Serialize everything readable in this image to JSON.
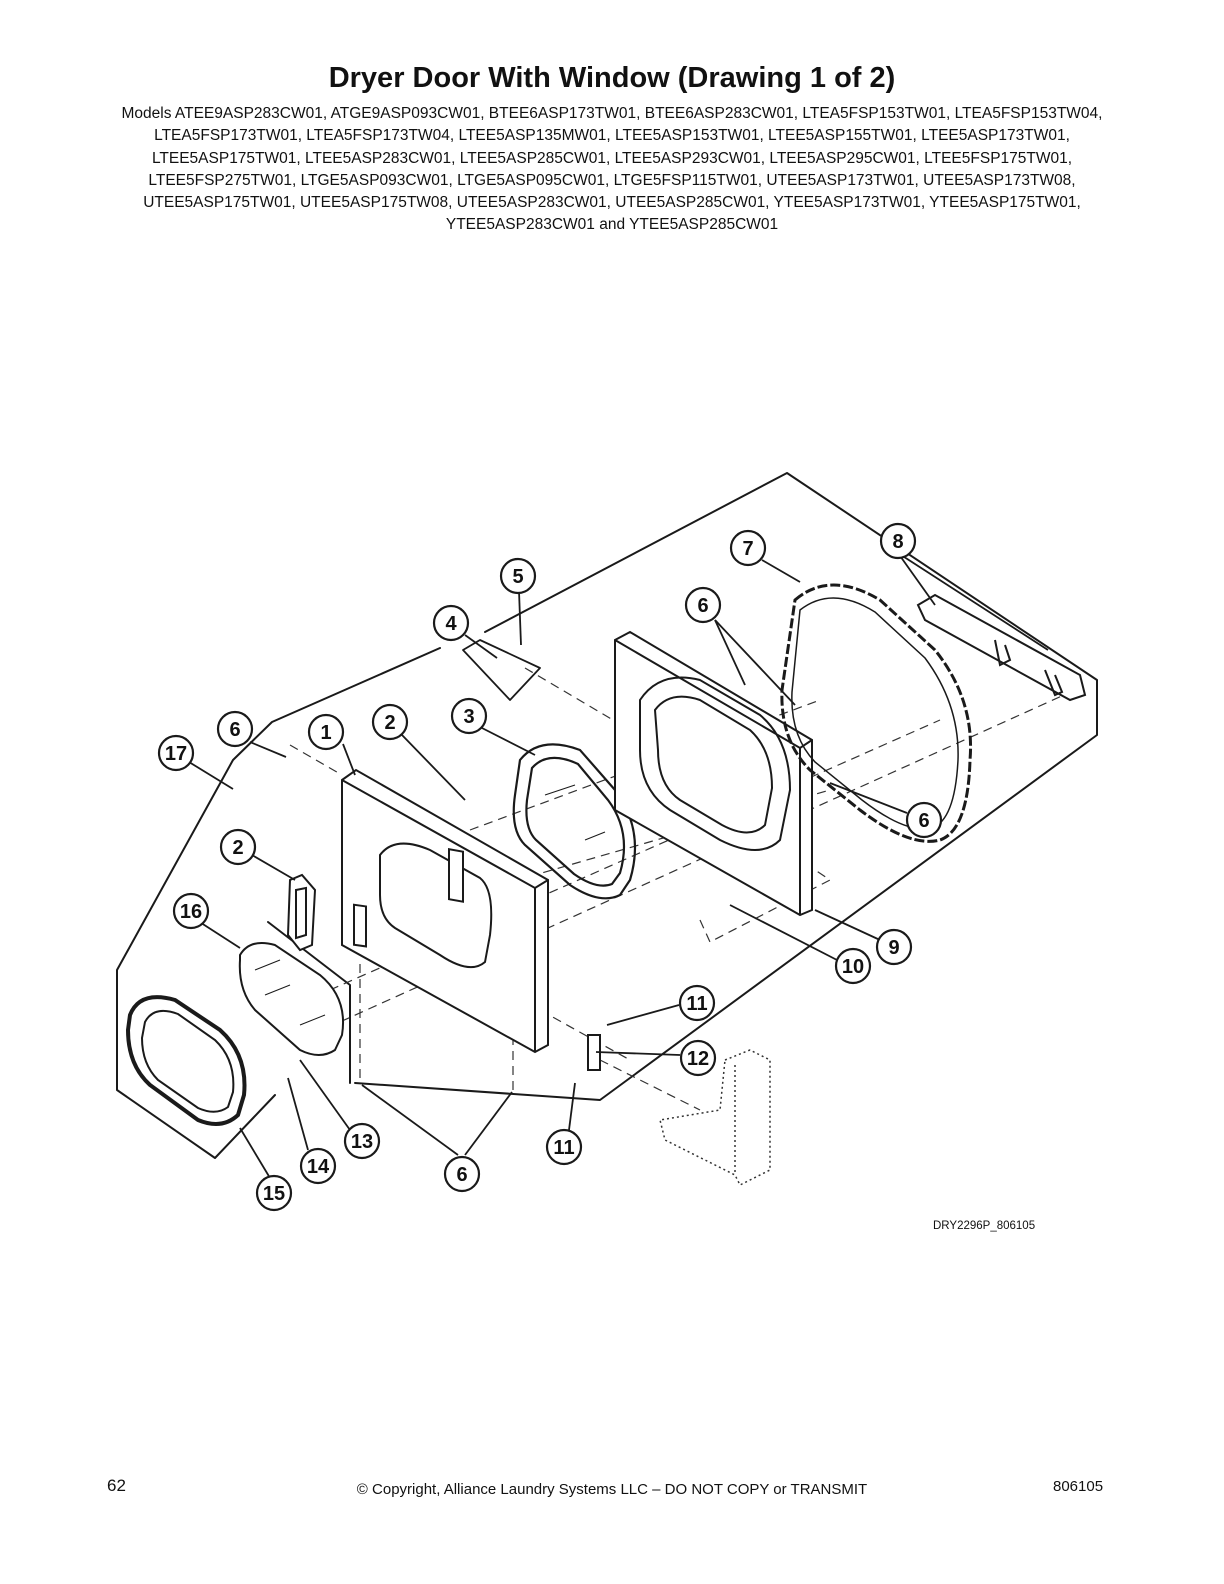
{
  "title": "Dryer Door With Window (Drawing 1 of 2)",
  "models": "Models ATEE9ASP283CW01, ATGE9ASP093CW01, BTEE6ASP173TW01, BTEE6ASP283CW01, LTEA5FSP153TW01, LTEA5FSP153TW04, LTEA5FSP173TW01, LTEA5FSP173TW04, LTEE5ASP135MW01, LTEE5ASP153TW01, LTEE5ASP155TW01, LTEE5ASP173TW01, LTEE5ASP175TW01, LTEE5ASP283CW01, LTEE5ASP285CW01, LTEE5ASP293CW01, LTEE5ASP295CW01, LTEE5FSP175TW01, LTEE5FSP275TW01, LTGE5ASP093CW01, LTGE5ASP095CW01, LTGE5FSP115TW01, UTEE5ASP173TW01, UTEE5ASP173TW08, UTEE5ASP175TW01, UTEE5ASP175TW08, UTEE5ASP283CW01, UTEE5ASP285CW01, YTEE5ASP173TW01, YTEE5ASP175TW01, YTEE5ASP283CW01 and YTEE5ASP285CW01",
  "callouts": {
    "c1": "1",
    "c2a": "2",
    "c2b": "2",
    "c3": "3",
    "c4": "4",
    "c5": "5",
    "c6a": "6",
    "c6b": "6",
    "c6c": "6",
    "c6d": "6",
    "c7": "7",
    "c8": "8",
    "c9": "9",
    "c10": "10",
    "c11a": "11",
    "c11b": "11",
    "c12": "12",
    "c13": "13",
    "c14": "14",
    "c15": "15",
    "c16": "16",
    "c17": "17"
  },
  "drawing_ref": "DRY2296P_806105",
  "footer": {
    "page_number": "62",
    "copyright": "© Copyright, Alliance Laundry Systems LLC – DO NOT COPY or TRANSMIT",
    "doc_number": "806105"
  }
}
